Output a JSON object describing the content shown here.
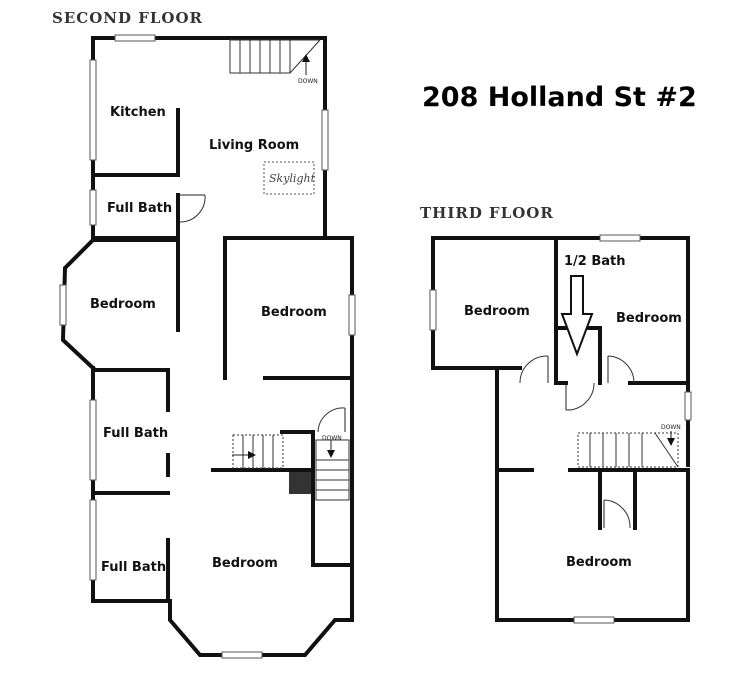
{
  "title": "208 Holland St #2",
  "second_floor": {
    "label": "SECOND FLOOR",
    "rooms": {
      "kitchen": "Kitchen",
      "living_room": "Living Room",
      "skylight": "Skylight",
      "full_bath_1": "Full Bath",
      "bedroom_left": "Bedroom",
      "bedroom_center": "Bedroom",
      "full_bath_2": "Full Bath",
      "full_bath_3": "Full Bath",
      "bedroom_bottom": "Bedroom"
    },
    "stair_down_top": "DOWN",
    "stair_down_mid": "DOWN"
  },
  "third_floor": {
    "label": "THIRD FLOOR",
    "rooms": {
      "bedroom_left": "Bedroom",
      "half_bath": "1/2 Bath",
      "bedroom_right": "Bedroom",
      "bedroom_bottom": "Bedroom"
    },
    "stair_down": "DOWN"
  }
}
